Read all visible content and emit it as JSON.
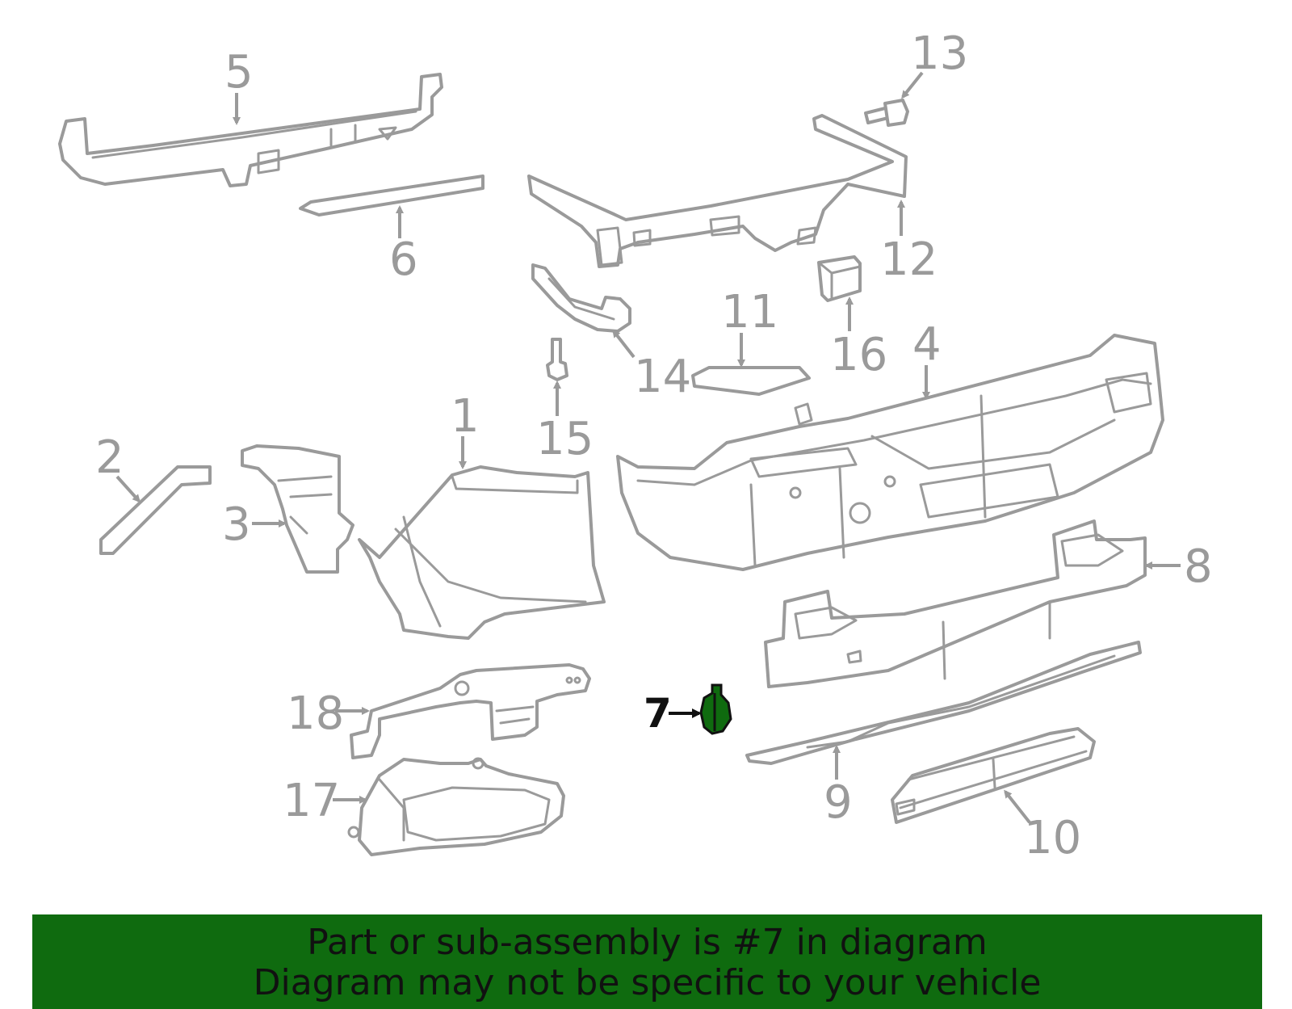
{
  "colors": {
    "part_stroke": "#9a9a9a",
    "highlight_fill": "#0f6b0f",
    "banner_bg": "#0f6b0f",
    "banner_text": "#111111",
    "highlight_label": "#111111"
  },
  "highlighted_part": "7",
  "callouts": {
    "c1": "1",
    "c2": "2",
    "c3": "3",
    "c4": "4",
    "c5": "5",
    "c6": "6",
    "c7": "7",
    "c8": "8",
    "c9": "9",
    "c10": "10",
    "c11": "11",
    "c12": "12",
    "c13": "13",
    "c14": "14",
    "c15": "15",
    "c16": "16",
    "c17": "17",
    "c18": "18"
  },
  "banner": {
    "line1": "Part or sub-assembly is #7 in diagram",
    "line2": "Diagram may not be specific to your vehicle"
  }
}
